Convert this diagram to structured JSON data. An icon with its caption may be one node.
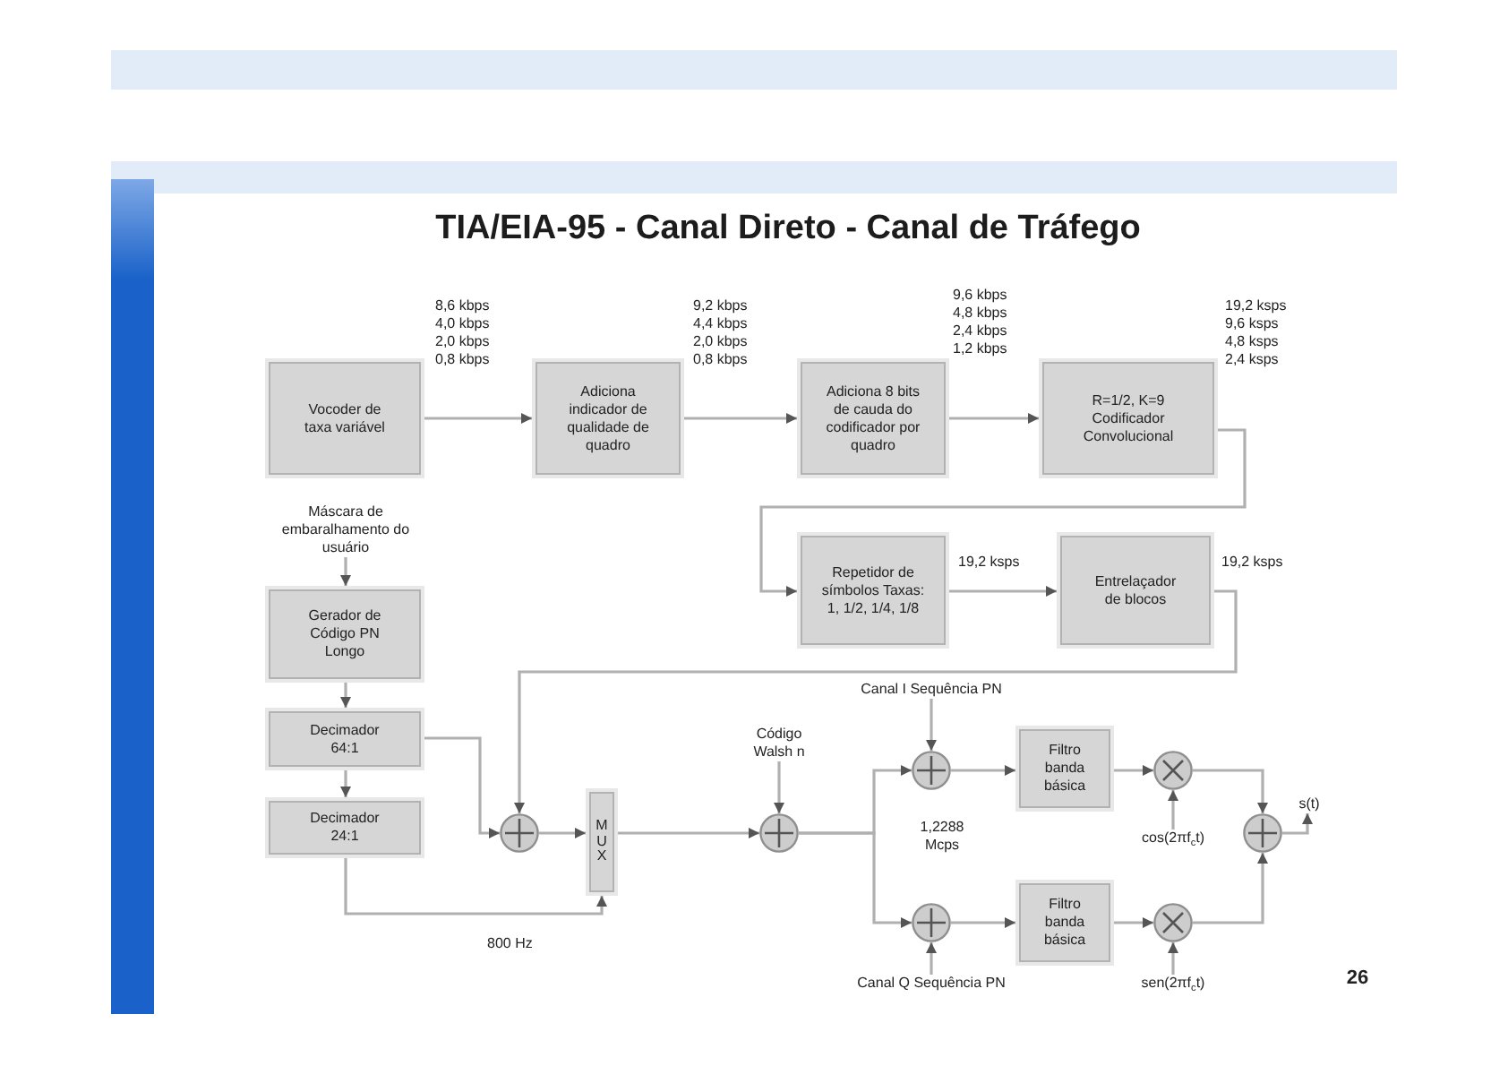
{
  "diagram": {
    "title": "TIA/EIA-95 - Canal Direto - Canal de Tráfego",
    "nodes": [
      {
        "text": [
          "Vocoder de taxa variável"
        ]
      },
      {
        "text": [
          "Adiciona indicador de qualidade de quadro"
        ]
      },
      {
        "text": [
          "Adiciona 8 bits de cauda do codificador por quadro"
        ]
      },
      {
        "text": [
          "R=1/2, K=9 Codificador Convolucional"
        ]
      },
      {
        "text": [
          "Máscara de embaralhamento do usuário"
        ]
      },
      {
        "text": [
          "Repetidor de símbolos Taxas: 1, 1/2, 1/4, 1/8"
        ]
      },
      {
        "text": [
          "Entrelaçador de blocos"
        ]
      },
      {
        "text": [
          "Gerador de Código PN Longo"
        ]
      },
      {
        "text": [
          "Decimador 64:1"
        ]
      },
      {
        "text": [
          "Decimador 24:1"
        ]
      },
      {
        "text": [
          "Canal I Sequência PN"
        ]
      },
      {
        "text": [
          "Código Walsh n"
        ]
      },
      {
        "text": [
          "Filtro banda básica"
        ]
      },
      {
        "text": [],
        "shape": "circle"
      },
      {
        "text": [],
        "shape": "circle"
      },
      {
        "text": [],
        "shape": "circle"
      },
      {
        "text": [
          "MUX"
        ]
      },
      {
        "text": [],
        "shape": "circle"
      },
      {
        "text": [],
        "shape": "circle"
      },
      {
        "text": [
          "cos(2πf$_{c}$t)"
        ]
      },
      {
        "text": [],
        "shape": "circle"
      },
      {
        "text": [
          "Filtro banda básica"
        ]
      },
      {
        "text": [],
        "shape": "circle"
      },
      {
        "text": [
          "Canal Q Sequência PN"
        ]
      },
      {
        "text": [
          "sen(2πf$_{c}$t)"
        ]
      },
      {
        "text": [
          "s(t)"
        ]
      },
      {
        "text": [],
        "shape": "bar"
      }
    ],
    "edges": [
      {
        "from": 0,
        "to": 1,
        "arrow": "to",
        "label": "8,6 kbps 4,0 kbps 2,0 kbps 0,8 kbps"
      },
      {
        "from": 1,
        "to": 2,
        "arrow": "to",
        "label": "9,2 kbps 4,4 kbps 2,0 kbps 0,8 kbps"
      },
      {
        "from": 2,
        "to": 3,
        "arrow": "to",
        "label": "9,6 kbps 4,8 kbps 2,4 kbps 1,2 kbps"
      },
      {
        "from": 3,
        "to": 5,
        "arrow": "to",
        "label": "19,2 ksps 9,6 ksps 4,8 ksps 2,4 ksps"
      },
      {
        "from": 5,
        "to": 6,
        "arrow": "to",
        "label": "19,2 ksps"
      },
      {
        "from": 6,
        "to": 15,
        "arrow": "to",
        "label": "19,2 ksps"
      },
      {
        "from": 4,
        "to": 7,
        "arrow": "to"
      },
      {
        "from": 7,
        "to": 8,
        "arrow": "to"
      },
      {
        "from": 8,
        "to": 9,
        "arrow": "to"
      },
      {
        "from": 8,
        "to": 15,
        "arrow": "to"
      },
      {
        "from": 9,
        "to": 16,
        "arrow": "to",
        "label": "800 Hz"
      },
      {
        "from": 15,
        "to": 16,
        "arrow": "to"
      },
      {
        "from": 16,
        "to": 17,
        "arrow": "to"
      },
      {
        "from": 11,
        "to": 17,
        "arrow": "to"
      },
      {
        "from": 17,
        "to": 13,
        "arrow": "to"
      },
      {
        "from": 17,
        "to": 20,
        "arrow": "to"
      },
      {
        "from": 10,
        "to": 13,
        "arrow": "to"
      },
      {
        "from": 23,
        "to": 20,
        "arrow": "to"
      },
      {
        "from": 13,
        "to": 12,
        "arrow": "to"
      },
      {
        "from": 20,
        "to": 21,
        "arrow": "to"
      },
      {
        "from": 12,
        "to": 14,
        "arrow": "to"
      },
      {
        "from": 21,
        "to": 22,
        "arrow": "to"
      },
      {
        "from": 19,
        "to": 14,
        "arrow": "to"
      },
      {
        "from": 24,
        "to": 22,
        "arrow": "to"
      },
      {
        "from": 14,
        "to": 18,
        "arrow": "to"
      },
      {
        "from": 22,
        "to": 18,
        "arrow": "to"
      },
      {
        "from": 18,
        "to": 25,
        "arrow": "to"
      }
    ],
    "labels": [
      "1,2288 Mcps",
      "26"
    ]
  }
}
